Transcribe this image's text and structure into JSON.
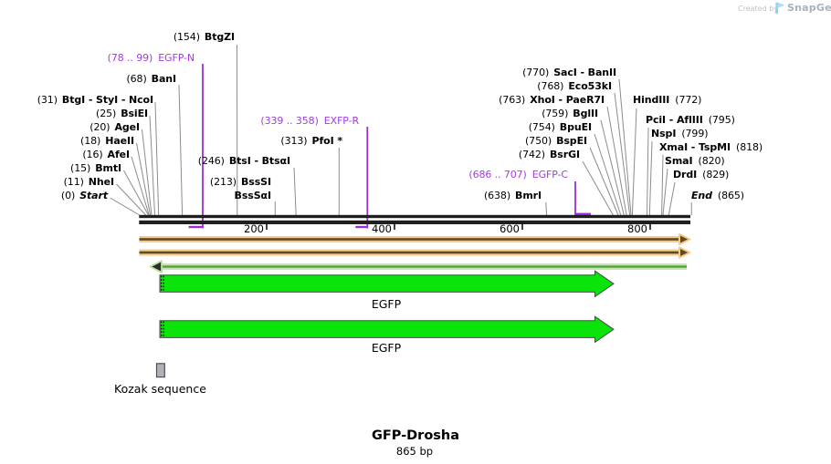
{
  "watermark": {
    "created_by": "Created by",
    "brand": "SnapGene"
  },
  "map": {
    "sites": [
      {
        "pos": "(154)",
        "name": "BtgZI",
        "type": "enzyme"
      },
      {
        "pos": "(78 .. 99)",
        "name": "EGFP-N",
        "type": "primer"
      },
      {
        "pos": "(68)",
        "name": "BanI",
        "type": "enzyme"
      },
      {
        "pos": "(31)",
        "name": "BtgI - StyI - NcoI",
        "type": "enzyme"
      },
      {
        "pos": "(25)",
        "name": "BsiEI",
        "type": "enzyme"
      },
      {
        "pos": "(20)",
        "name": "AgeI",
        "type": "enzyme"
      },
      {
        "pos": "(18)",
        "name": "HaeII",
        "type": "enzyme"
      },
      {
        "pos": "(16)",
        "name": "AfeI",
        "type": "enzyme"
      },
      {
        "pos": "(15)",
        "name": "BmtI",
        "type": "enzyme"
      },
      {
        "pos": "(11)",
        "name": "NheI",
        "type": "enzyme"
      },
      {
        "pos": "(0)",
        "name": "Start",
        "type": "terminus"
      },
      {
        "pos": "(339 .. 358)",
        "name": "EXFP-R",
        "type": "primer"
      },
      {
        "pos": "(313)",
        "name": "PfoI *",
        "type": "enzyme"
      },
      {
        "pos": "(246)",
        "name": "BtsI - BtsαI",
        "type": "enzyme"
      },
      {
        "pos": "(213)",
        "name": "BssSI",
        "type": "enzyme"
      },
      {
        "name": "BssSαI",
        "type": "enzyme"
      },
      {
        "pos": "(770)",
        "name": "SacI - BanII",
        "type": "enzyme"
      },
      {
        "pos": "(768)",
        "name": "Eco53kI",
        "type": "enzyme"
      },
      {
        "pos": "(763)",
        "name": "XhoI - PaeR7I",
        "type": "enzyme"
      },
      {
        "pos": "(759)",
        "name": "BglII",
        "type": "enzyme"
      },
      {
        "pos": "(754)",
        "name": "BpuEI",
        "type": "enzyme"
      },
      {
        "pos": "(750)",
        "name": "BspEI",
        "type": "enzyme"
      },
      {
        "pos": "(742)",
        "name": "BsrGI",
        "type": "enzyme"
      },
      {
        "pos": "(686 .. 707)",
        "name": "EGFP-C",
        "type": "primer"
      },
      {
        "pos": "(638)",
        "name": "BmrI",
        "type": "enzyme"
      },
      {
        "name": "HindIII",
        "pos": "(772)",
        "type": "enzyme"
      },
      {
        "name": "PciI - AflIII",
        "pos": "(795)",
        "type": "enzyme"
      },
      {
        "name": "NspI",
        "pos": "(799)",
        "type": "enzyme"
      },
      {
        "name": "XmaI - TspMI",
        "pos": "(818)",
        "type": "enzyme"
      },
      {
        "name": "SmaI",
        "pos": "(820)",
        "type": "enzyme"
      },
      {
        "name": "DrdI",
        "pos": "(829)",
        "type": "enzyme"
      },
      {
        "name": "End",
        "pos": "(865)",
        "type": "terminus"
      }
    ],
    "ruler_ticks": [
      "200",
      "400",
      "600",
      "800"
    ],
    "features": {
      "egfp1": "EGFP",
      "egfp2": "EGFP",
      "kozak": "Kozak sequence"
    }
  },
  "footer": {
    "title": "GFP-Drosha",
    "length": "865 bp"
  },
  "colors": {
    "primer_text": "#A23CE0",
    "primer_line": "#9B2FD6",
    "feature_green": "#0BE40B",
    "strand_orange_light": "#F6CB86",
    "strand_orange_dark": "#5C4A28",
    "strand_green_light": "#C3E8AC",
    "strand_green_dark": "#55A03E",
    "kozak_gray": "#B1B1B7"
  }
}
